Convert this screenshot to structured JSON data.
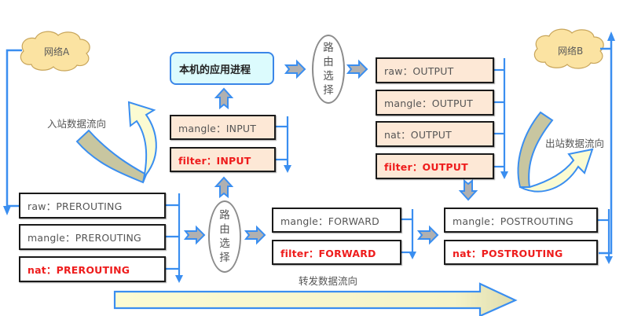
{
  "networks": {
    "network_a": "网络A",
    "network_b": "网络B"
  },
  "local_process": "本机的应用进程",
  "routing_decision": [
    "路",
    "由",
    "选",
    "择"
  ],
  "flow_labels": {
    "inbound": "入站数据流向",
    "outbound": "出站数据流向",
    "forward": "转发数据流向"
  },
  "chains": {
    "prerouting": [
      {
        "label": "raw：PREROUTING",
        "highlight": false
      },
      {
        "label": "mangle：PREROUTING",
        "highlight": false
      },
      {
        "label": "nat：PREROUTING",
        "highlight": true
      }
    ],
    "input": [
      {
        "label": "mangle：INPUT",
        "highlight": false
      },
      {
        "label": "filter：INPUT",
        "highlight": true
      }
    ],
    "output": [
      {
        "label": "raw：OUTPUT",
        "highlight": false
      },
      {
        "label": "mangle：OUTPUT",
        "highlight": false
      },
      {
        "label": "nat：OUTPUT",
        "highlight": false
      },
      {
        "label": "filter：OUTPUT",
        "highlight": true
      }
    ],
    "forward": [
      {
        "label": "mangle：FORWARD",
        "highlight": false
      },
      {
        "label": "filter：FORWARD",
        "highlight": true
      }
    ],
    "postrouting": [
      {
        "label": "mangle：POSTROUTING",
        "highlight": false
      },
      {
        "label": "nat：POSTROUTING",
        "highlight": true
      }
    ]
  },
  "colors": {
    "flow_line": "#3a8ef0",
    "highlight_text": "#ee1c1c",
    "normal_text": "#555555",
    "peach_box": "#fde8d6",
    "process_box": "#dcfbfd",
    "cloud": "#fbe3a2",
    "big_arrow_fill": "#fbfbd0"
  }
}
